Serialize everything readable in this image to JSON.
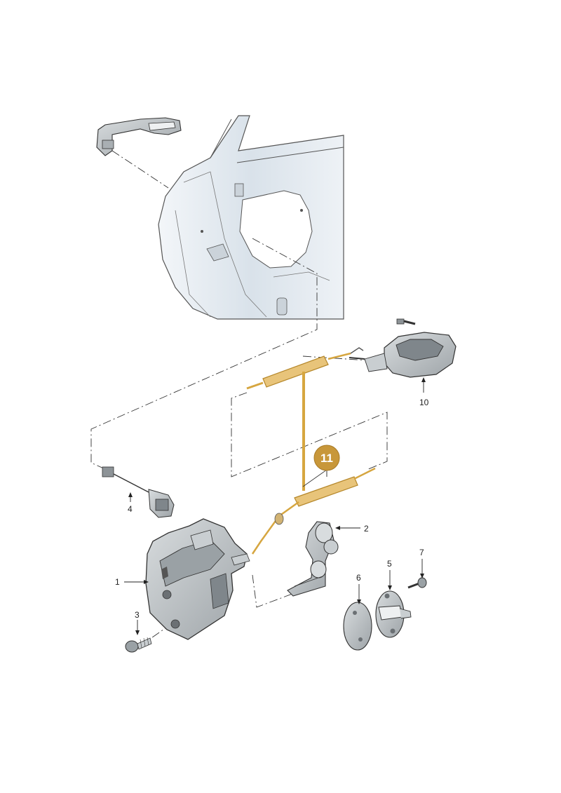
{
  "callouts": {
    "c1": "1",
    "c2": "2",
    "c3": "3",
    "c4": "4",
    "c5": "5",
    "c6": "6",
    "c7": "7",
    "c10": "10",
    "c11": "11"
  },
  "colors": {
    "highlight": "#d6a640",
    "badge": "#c8973a",
    "door_fill": "#dde6ee",
    "part_fill": "#bfc5c8",
    "part_dark": "#6b7074",
    "line": "#333333"
  },
  "icons": [
    "door-frame",
    "exterior-handle",
    "interior-handle",
    "lock-actuator",
    "release-cable",
    "door-lock",
    "door-check",
    "striker-plate",
    "screw",
    "cover-plate"
  ]
}
